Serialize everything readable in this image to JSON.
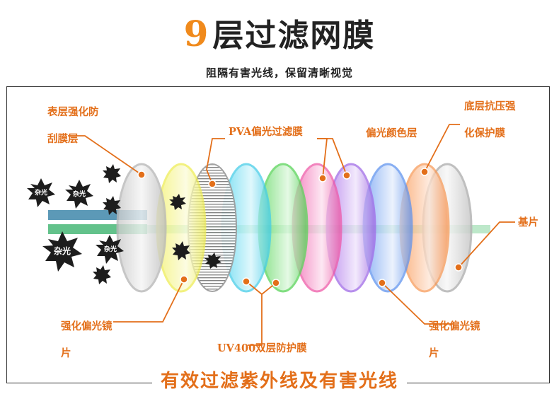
{
  "header": {
    "title_number": "9",
    "title_text": "层过滤网膜",
    "subtitle": "阻隔有害光线，保留清晰视觉"
  },
  "labels": {
    "surface_layer_line1": "表层强化防",
    "surface_layer_line2": "刮膜层",
    "pva_layer": "PVA偏光过滤膜",
    "polar_color_layer": "偏光颜色层",
    "base_layer_line1": "底层抗压强",
    "base_layer_line2": "化保护膜",
    "substrate": "基片",
    "lens_left_line1": "强化偏光镜",
    "lens_left_line2": "片",
    "uv400_layer": "UV400双层防护膜",
    "lens_right_line1": "强化偏光镜",
    "lens_right_line2": "片",
    "stray_light": "杂光"
  },
  "footer": {
    "banner": "有效过滤紫外线及有害光线"
  },
  "colors": {
    "accent": "#e36f1a",
    "title_number": "#f08a1c",
    "layers": [
      "#e3e3e3",
      "#f3f26a",
      "#bfbfbf",
      "#64d9f0",
      "#6fe06f",
      "#f26bb6",
      "#b581ee",
      "#7aa9f5",
      "#fba66b",
      "#dcdcdc"
    ]
  }
}
